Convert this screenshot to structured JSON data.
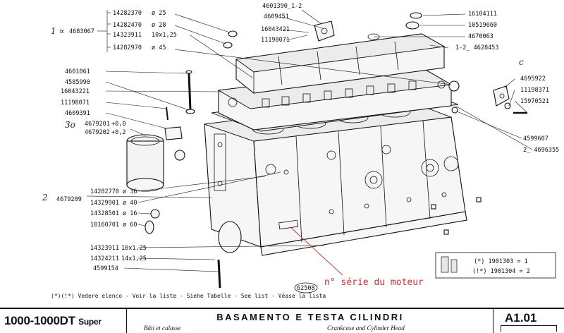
{
  "drawing": {
    "parts_left_top": [
      {
        "code": "14282370",
        "size": "ø 25"
      },
      {
        "code": "14282470",
        "size": "ø 28"
      },
      {
        "code": "14323911",
        "size": "10x1,25"
      },
      {
        "code": "14282970",
        "size": "ø 45"
      }
    ],
    "part_4683067": "4683067",
    "hand_1a": "1 ∝",
    "parts_left_mid": [
      "4601061",
      "4585990",
      "16043221",
      "11198071",
      "4609391"
    ],
    "parts_liner": [
      {
        "code": "4679201",
        "size": "+0,0"
      },
      {
        "code": "4679202",
        "size": "+0,2"
      }
    ],
    "hand_30": "3o",
    "hand_2": "2",
    "part_4679209": "4679209",
    "parts_block_left": [
      {
        "code": "14282770",
        "size": "ø 36"
      },
      {
        "code": "14329901",
        "size": "ø 40"
      },
      {
        "code": "14328501",
        "size": "ø 16"
      },
      {
        "code": "10160701",
        "size": "ø 60"
      }
    ],
    "parts_bottom_left": [
      {
        "code": "14323911",
        "size": "10x1,25"
      },
      {
        "code": "14324211",
        "size": "14x1,25"
      },
      {
        "code": "4599154",
        "size": ""
      }
    ],
    "parts_top_center": [
      "4601390_1-2",
      "4609451",
      "16043421",
      "11198071"
    ],
    "parts_top_right": [
      "16104111",
      "10519660",
      "4670063"
    ],
    "part_4628453": "1-2_ 4628453",
    "hand_c": "c",
    "parts_right": [
      "4695922",
      "11198371",
      "15970521"
    ],
    "part_4599607": "4599607",
    "part_4696355": "2_ 4696355",
    "legend_row1": "(*) 1901303 = 1",
    "legend_row2": "(!*) 1901304 = 2",
    "note": "(*)(!*) Vedere elenco - Voir la liste - Siehe Tabelle - See list - Véase la lista",
    "ref_number": "62508",
    "annotation_red": "n° série du moteur",
    "annotation_red_color": "#c8322f"
  },
  "title_block": {
    "model": "1000-1000DT",
    "model_suffix": "Super",
    "title": "BASAMENTO E TESTA CILINDRI",
    "subtitle_fr": "Bâti et culasse",
    "subtitle_en": "Crankcase and Cylinder Head",
    "code": "A1.01"
  }
}
